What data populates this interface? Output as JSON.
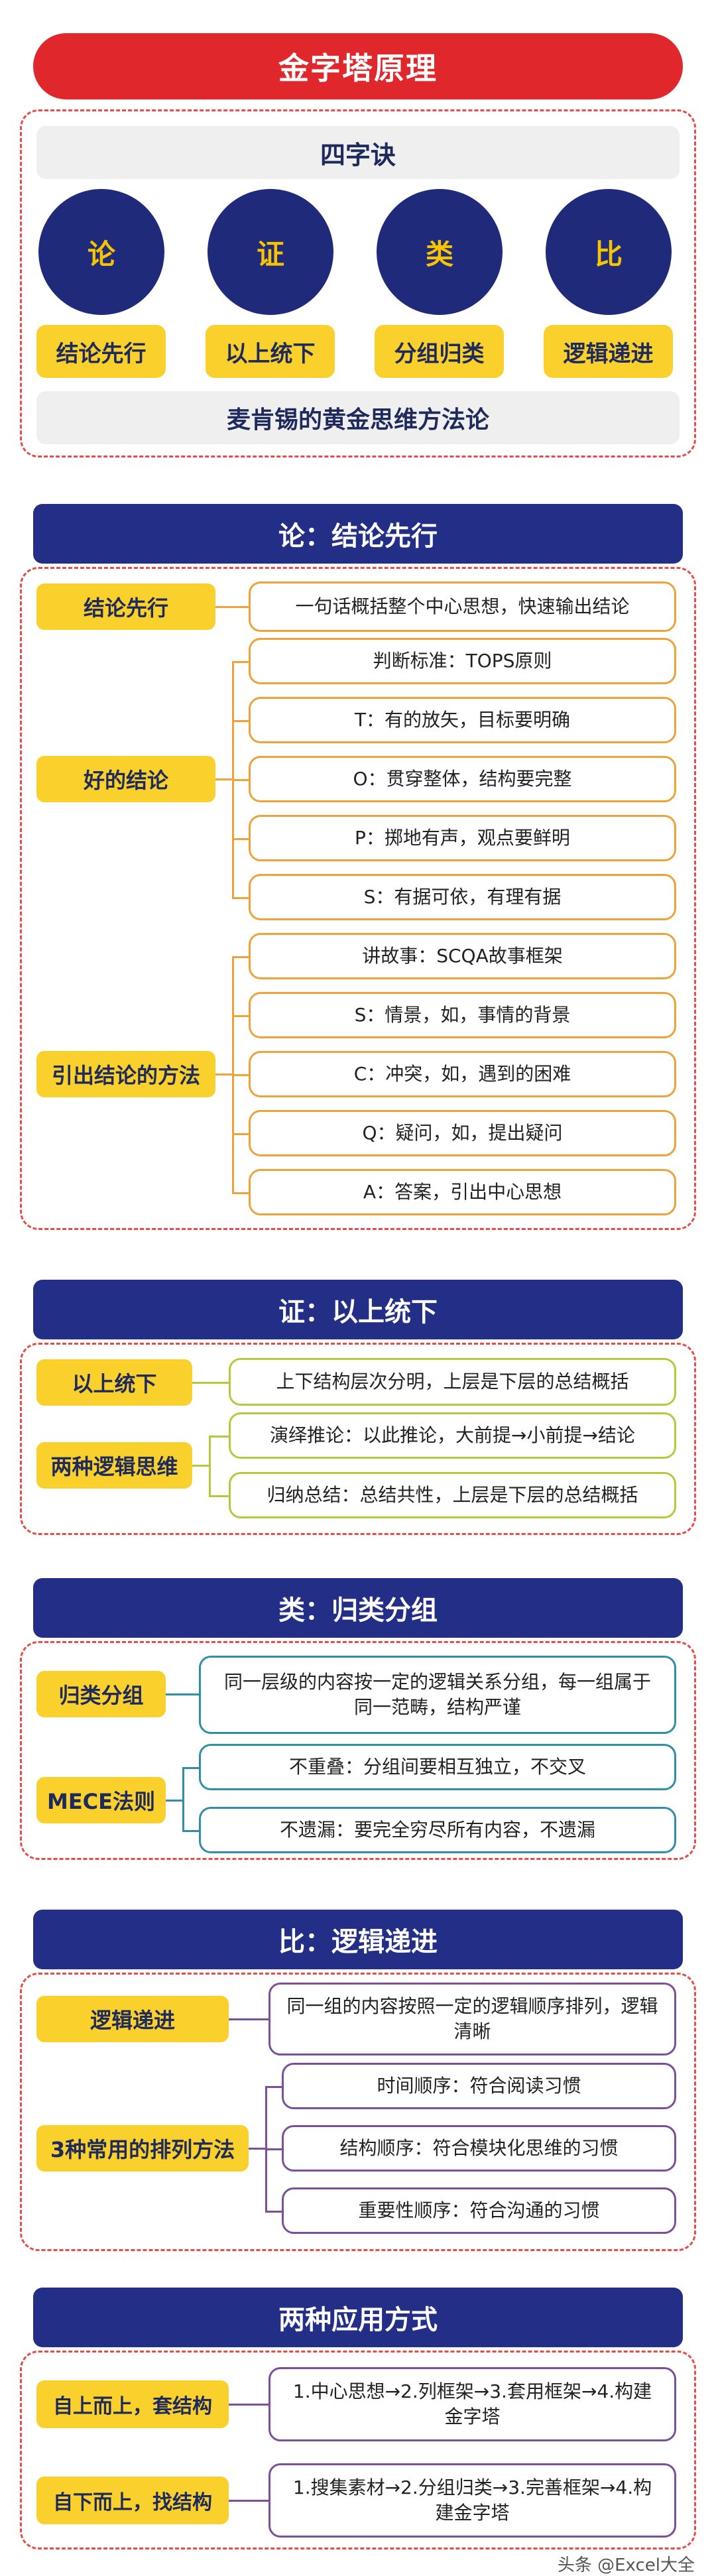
{
  "header": {
    "title": "金字塔原理"
  },
  "overview": {
    "heading": "四字诀",
    "circles": [
      "论",
      "证",
      "类",
      "比"
    ],
    "pills": [
      "结论先行",
      "以上统下",
      "分组归类",
      "逻辑递进"
    ],
    "subtitle": "麦肯锡的黄金思维方法论"
  },
  "sec1": {
    "title": "论：结论先行",
    "labels": [
      "结论先行",
      "好的结论",
      "引出结论的方法"
    ],
    "items": [
      "一句话概括整个中心思想，快速输出结论",
      "判断标准：TOPS原则",
      "T：有的放矢，目标要明确",
      "O：贯穿整体，结构要完整",
      "P：掷地有声，观点要鲜明",
      "S：有据可依，有理有据",
      "讲故事：SCQA故事框架",
      "S：情景，如，事情的背景",
      "C：冲突，如，遇到的困难",
      "Q：疑问，如，提出疑问",
      "A：答案，引出中心思想"
    ]
  },
  "sec2": {
    "title": "证：以上统下",
    "labels": [
      "以上统下",
      "两种逻辑思维"
    ],
    "items": [
      "上下结构层次分明，上层是下层的总结概括",
      "演绎推论：以此推论，大前提→小前提→结论",
      "归纳总结：总结共性，上层是下层的总结概括"
    ]
  },
  "sec3": {
    "title": "类：归类分组",
    "labels": [
      "归类分组",
      "MECE法则"
    ],
    "items": [
      "同一层级的内容按一定的逻辑关系分组，每一组属于同一范畴，结构严谨",
      "不重叠：分组间要相互独立，不交叉",
      "不遗漏：要完全穷尽所有内容，不遗漏"
    ]
  },
  "sec4": {
    "title": "比：逻辑递进",
    "labels": [
      "逻辑递进",
      "3种常用的排列方法"
    ],
    "items": [
      "同一组的内容按照一定的逻辑顺序排列，逻辑清晰",
      "时间顺序：符合阅读习惯",
      "结构顺序：符合模块化思维的习惯",
      "重要性顺序：符合沟通的习惯"
    ]
  },
  "sec5": {
    "title": "两种应用方式",
    "labels": [
      "自上而上，套结构",
      "自下而上，找结构"
    ],
    "items": [
      "1.中心思想→2.列框架→3.套用框架→4.构建金字塔",
      "1.搜集素材→2.分组归类→3.完善框架→4.构建金字塔"
    ]
  },
  "footer": {
    "credit": "头条 @Excel大全"
  },
  "colors": {
    "banner_red": "#e0282c",
    "navy": "#232e86",
    "yellow": "#f9d02c",
    "orange": "#f0a23a",
    "green": "#b9c83b",
    "teal": "#2f8fa8",
    "purple": "#7b4f9a"
  }
}
